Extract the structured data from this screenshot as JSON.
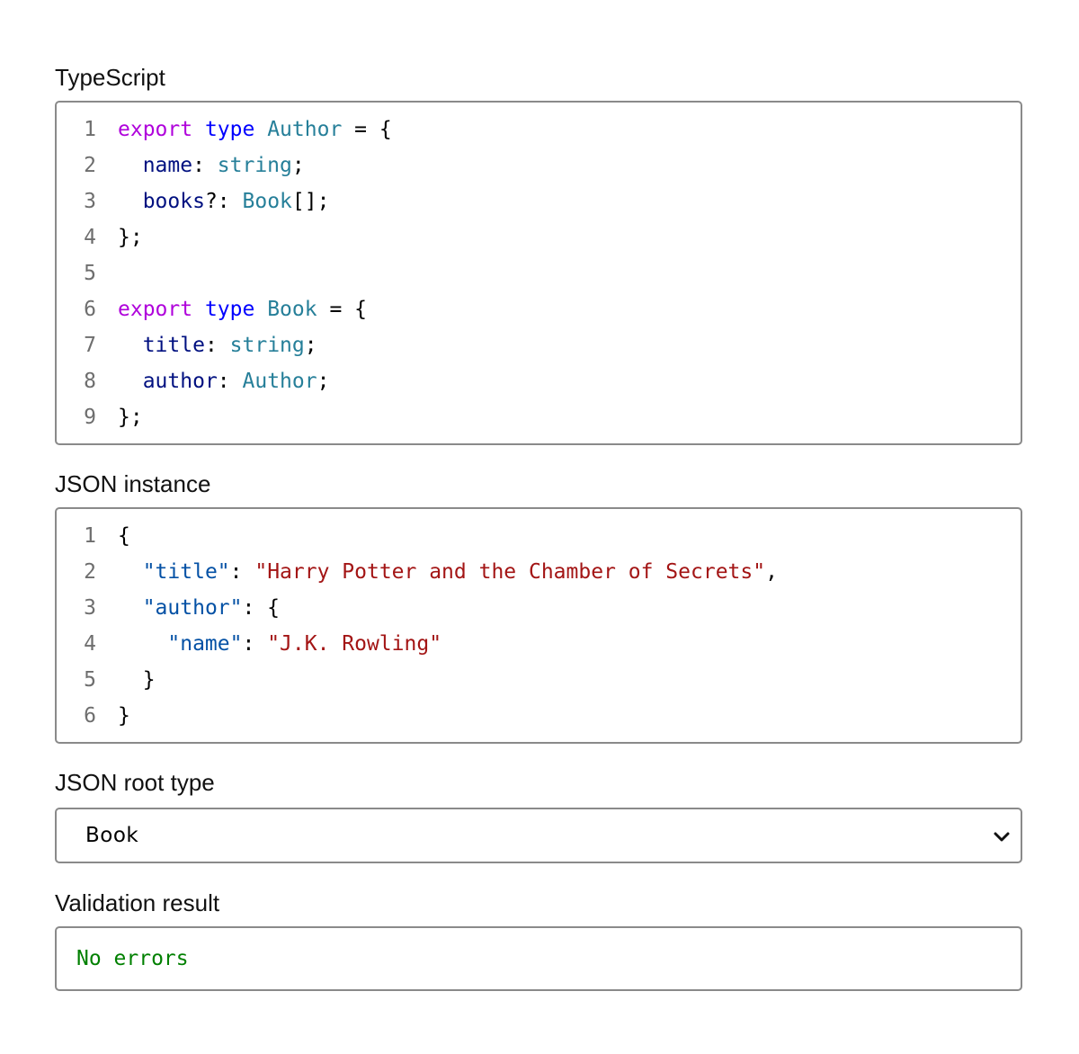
{
  "typescript_section": {
    "label": "TypeScript",
    "lines": [
      {
        "number": "1",
        "tokens": [
          {
            "t": "export",
            "c": "kw"
          },
          {
            "t": " ",
            "c": "pu"
          },
          {
            "t": "type",
            "c": "tk"
          },
          {
            "t": " ",
            "c": "pu"
          },
          {
            "t": "Author",
            "c": "ty"
          },
          {
            "t": " = {",
            "c": "pu"
          }
        ]
      },
      {
        "number": "2",
        "tokens": [
          {
            "t": "  ",
            "c": "pu"
          },
          {
            "t": "name",
            "c": "pr"
          },
          {
            "t": ": ",
            "c": "pu"
          },
          {
            "t": "string",
            "c": "ty"
          },
          {
            "t": ";",
            "c": "pu"
          }
        ]
      },
      {
        "number": "3",
        "tokens": [
          {
            "t": "  ",
            "c": "pu"
          },
          {
            "t": "books",
            "c": "pr"
          },
          {
            "t": "?: ",
            "c": "pu"
          },
          {
            "t": "Book",
            "c": "ty"
          },
          {
            "t": "[];",
            "c": "pu"
          }
        ]
      },
      {
        "number": "4",
        "tokens": [
          {
            "t": "};",
            "c": "pu"
          }
        ]
      },
      {
        "number": "5",
        "tokens": []
      },
      {
        "number": "6",
        "tokens": [
          {
            "t": "export",
            "c": "kw"
          },
          {
            "t": " ",
            "c": "pu"
          },
          {
            "t": "type",
            "c": "tk"
          },
          {
            "t": " ",
            "c": "pu"
          },
          {
            "t": "Book",
            "c": "ty"
          },
          {
            "t": " = {",
            "c": "pu"
          }
        ]
      },
      {
        "number": "7",
        "tokens": [
          {
            "t": "  ",
            "c": "pu"
          },
          {
            "t": "title",
            "c": "pr"
          },
          {
            "t": ": ",
            "c": "pu"
          },
          {
            "t": "string",
            "c": "ty"
          },
          {
            "t": ";",
            "c": "pu"
          }
        ]
      },
      {
        "number": "8",
        "tokens": [
          {
            "t": "  ",
            "c": "pu"
          },
          {
            "t": "author",
            "c": "pr"
          },
          {
            "t": ": ",
            "c": "pu"
          },
          {
            "t": "Author",
            "c": "ty"
          },
          {
            "t": ";",
            "c": "pu"
          }
        ]
      },
      {
        "number": "9",
        "tokens": [
          {
            "t": "};",
            "c": "pu"
          }
        ]
      }
    ]
  },
  "json_section": {
    "label": "JSON instance",
    "lines": [
      {
        "number": "1",
        "tokens": [
          {
            "t": "{",
            "c": "pu"
          }
        ]
      },
      {
        "number": "2",
        "tokens": [
          {
            "t": "  ",
            "c": "pu"
          },
          {
            "t": "\"title\"",
            "c": "js-key"
          },
          {
            "t": ": ",
            "c": "pu"
          },
          {
            "t": "\"Harry Potter and the Chamber of Secrets\"",
            "c": "js-str"
          },
          {
            "t": ",",
            "c": "pu"
          }
        ]
      },
      {
        "number": "3",
        "tokens": [
          {
            "t": "  ",
            "c": "pu"
          },
          {
            "t": "\"author\"",
            "c": "js-key"
          },
          {
            "t": ": {",
            "c": "pu"
          }
        ]
      },
      {
        "number": "4",
        "tokens": [
          {
            "t": "    ",
            "c": "pu"
          },
          {
            "t": "\"name\"",
            "c": "js-key"
          },
          {
            "t": ": ",
            "c": "pu"
          },
          {
            "t": "\"J.K. Rowling\"",
            "c": "js-str"
          }
        ]
      },
      {
        "number": "5",
        "tokens": [
          {
            "t": "  }",
            "c": "pu"
          }
        ]
      },
      {
        "number": "6",
        "tokens": [
          {
            "t": "}",
            "c": "pu"
          }
        ]
      }
    ]
  },
  "root_type_section": {
    "label": "JSON root type",
    "selected": "Book",
    "icon": "chevron-down-icon"
  },
  "result_section": {
    "label": "Validation result",
    "message": "No errors",
    "color": "#008000"
  },
  "colors": {
    "keyword_export": "#af00db",
    "keyword_type": "#0000ff",
    "type_name": "#267f99",
    "property": "#001080",
    "json_key": "#0451a5",
    "json_string": "#a31515",
    "line_number": "#6e6e6e",
    "border": "#8a8a8a"
  }
}
